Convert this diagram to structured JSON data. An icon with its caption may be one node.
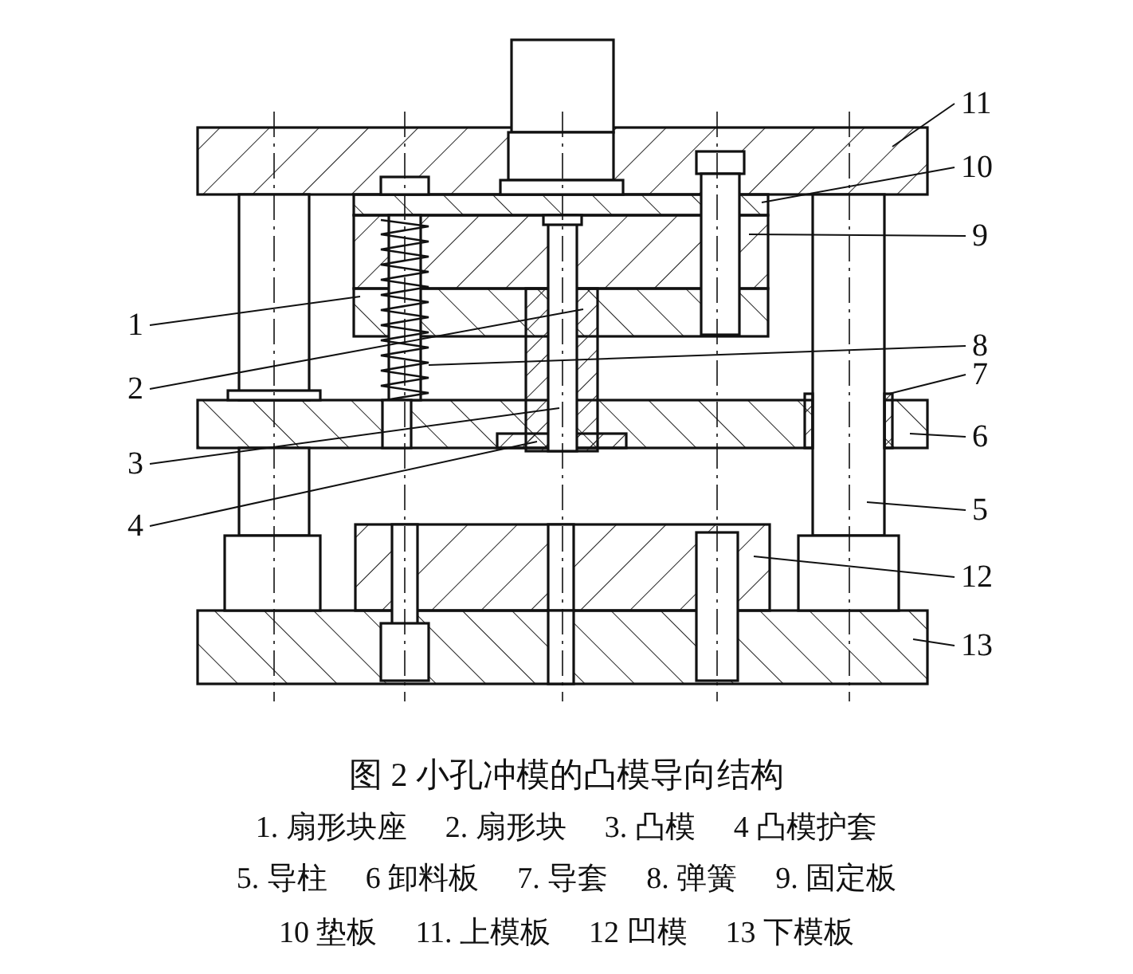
{
  "diagram": {
    "caption": "图 2 小孔冲模的凸模导向结构",
    "nodes": [
      {
        "text": [
          "11"
        ]
      },
      {
        "text": [
          "10"
        ]
      },
      {
        "text": [
          "9"
        ]
      },
      {
        "text": [
          "1"
        ]
      },
      {
        "text": [
          "8"
        ]
      },
      {
        "text": [
          "7"
        ]
      },
      {
        "text": [
          "2"
        ]
      },
      {
        "text": [
          "6"
        ]
      },
      {
        "text": [
          "3"
        ]
      },
      {
        "text": [
          "5"
        ]
      },
      {
        "text": [
          "4"
        ]
      },
      {
        "text": [
          "12"
        ]
      },
      {
        "text": [
          "13"
        ]
      }
    ],
    "edges": [
      {
        "from": 0,
        "to": null,
        "arrow": "none"
      },
      {
        "from": 1,
        "to": null,
        "arrow": "none"
      },
      {
        "from": 2,
        "to": null,
        "arrow": "none"
      },
      {
        "from": 3,
        "to": null,
        "arrow": "none"
      },
      {
        "from": 4,
        "to": null,
        "arrow": "none"
      },
      {
        "from": 5,
        "to": null,
        "arrow": "none"
      },
      {
        "from": 6,
        "to": null,
        "arrow": "none"
      },
      {
        "from": 7,
        "to": null,
        "arrow": "none"
      },
      {
        "from": 8,
        "to": null,
        "arrow": "none"
      },
      {
        "from": 9,
        "to": null,
        "arrow": "none"
      },
      {
        "from": 10,
        "to": null,
        "arrow": "none"
      },
      {
        "from": 11,
        "to": null,
        "arrow": "none"
      },
      {
        "from": 12,
        "to": null,
        "arrow": "none"
      }
    ],
    "labels": [
      "1. 扇形块座",
      "2. 扇形块",
      "3. 凸模",
      "4 凸模护套",
      "5. 导柱",
      "6 卸料板",
      "7. 导套",
      "8. 弹簧",
      "9. 固定板",
      "10 垫板",
      "11. 上模板",
      "12 凹模",
      "13 下模板"
    ]
  }
}
